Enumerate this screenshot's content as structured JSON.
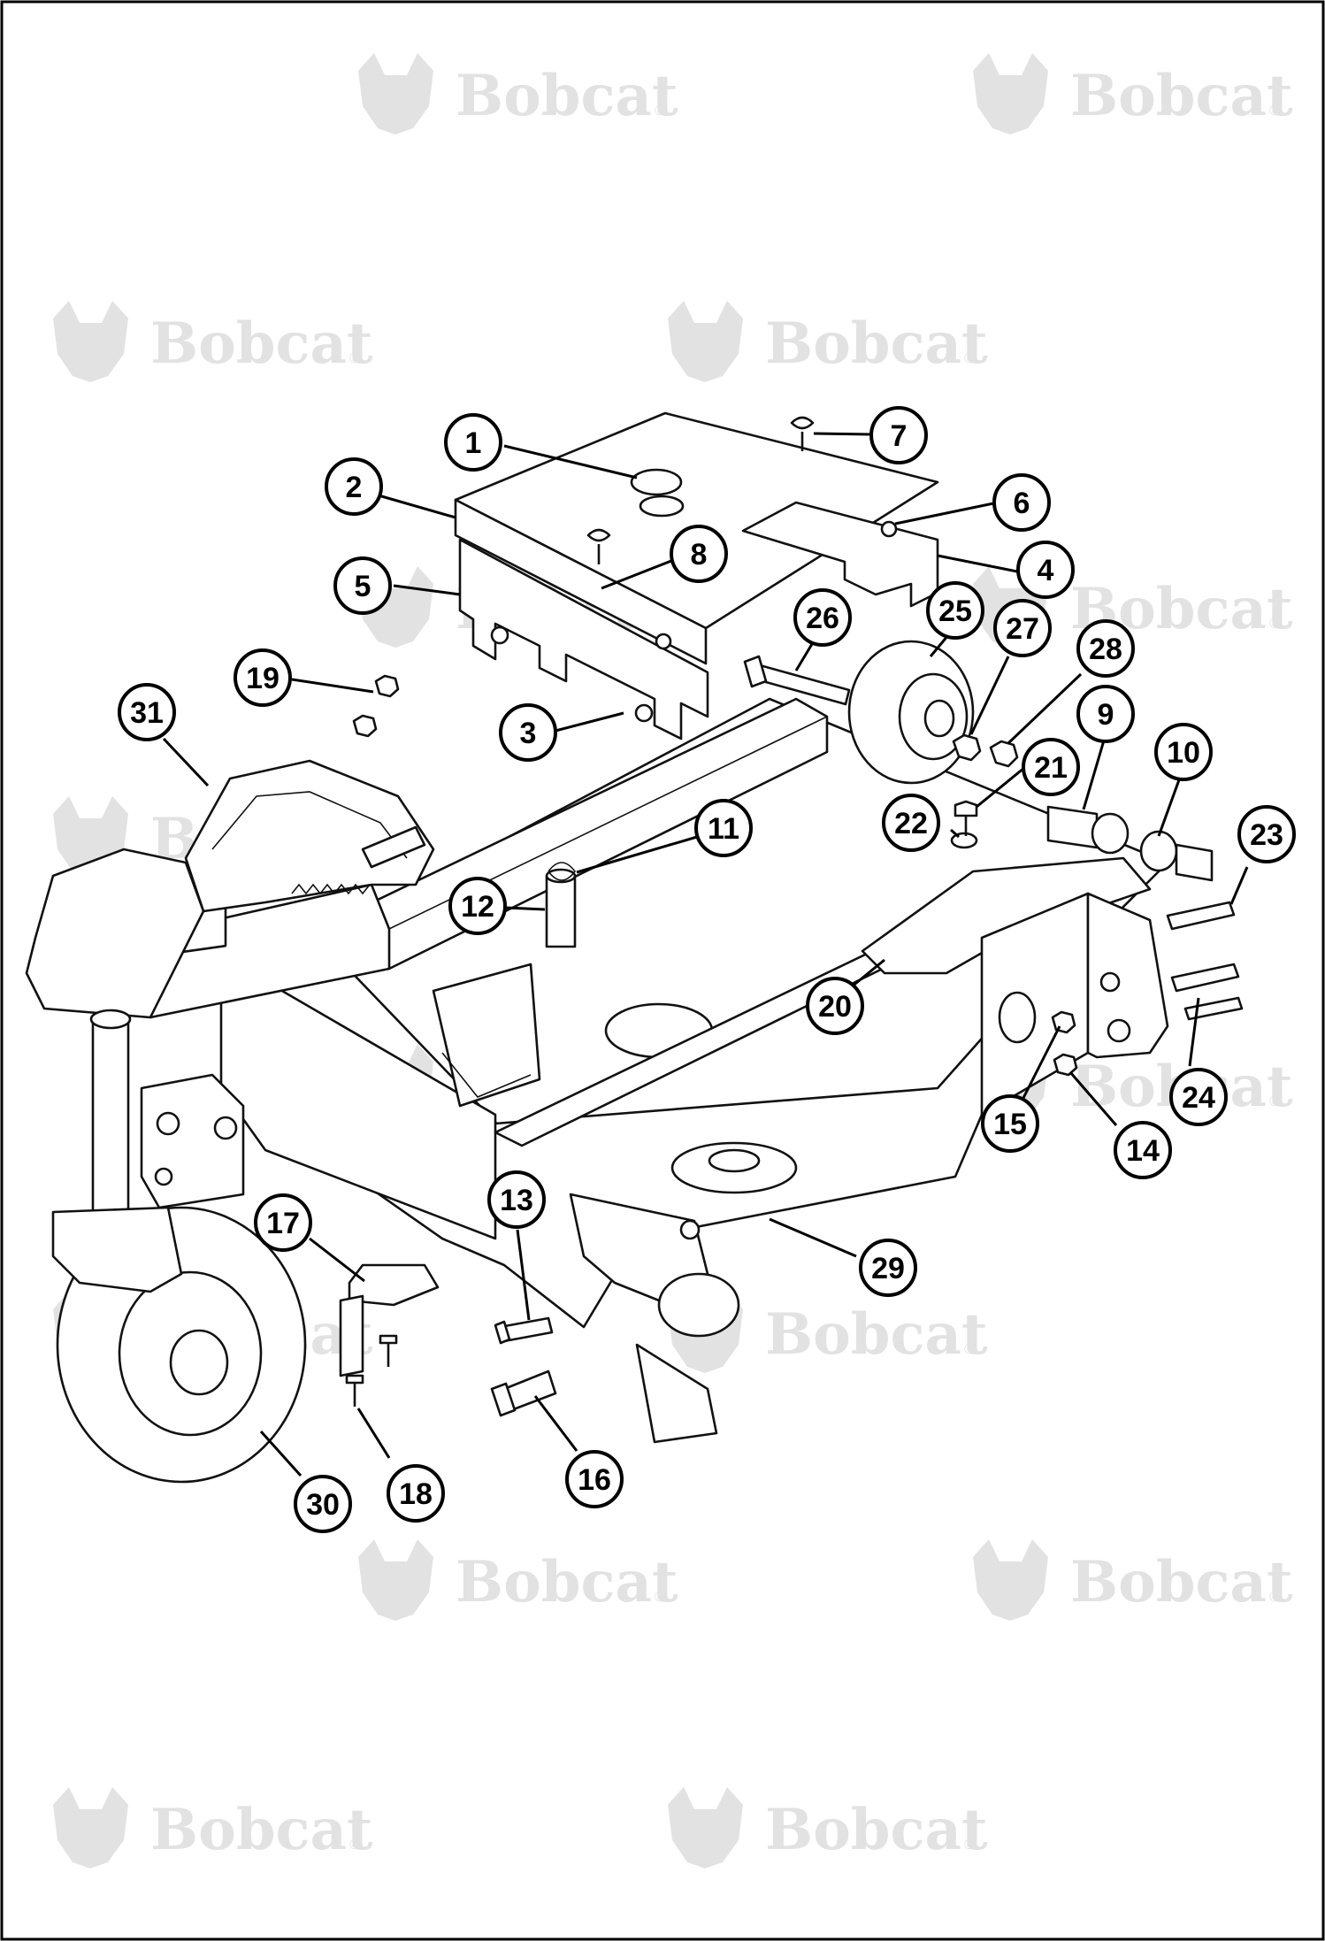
{
  "watermark": {
    "text": "Bobcat",
    "registered_mark": "®",
    "color": "#e2e2e2"
  },
  "callouts": [
    {
      "label": "1"
    },
    {
      "label": "2"
    },
    {
      "label": "3"
    },
    {
      "label": "4"
    },
    {
      "label": "5"
    },
    {
      "label": "6"
    },
    {
      "label": "7"
    },
    {
      "label": "8"
    },
    {
      "label": "9"
    },
    {
      "label": "10"
    },
    {
      "label": "11"
    },
    {
      "label": "12"
    },
    {
      "label": "13"
    },
    {
      "label": "14"
    },
    {
      "label": "15"
    },
    {
      "label": "16"
    },
    {
      "label": "17"
    },
    {
      "label": "18"
    },
    {
      "label": "19"
    },
    {
      "label": "20"
    },
    {
      "label": "21"
    },
    {
      "label": "22"
    },
    {
      "label": "23"
    },
    {
      "label": "24"
    },
    {
      "label": "25"
    },
    {
      "label": "26"
    },
    {
      "label": "27"
    },
    {
      "label": "28"
    },
    {
      "label": "29"
    },
    {
      "label": "30"
    },
    {
      "label": "31"
    }
  ]
}
